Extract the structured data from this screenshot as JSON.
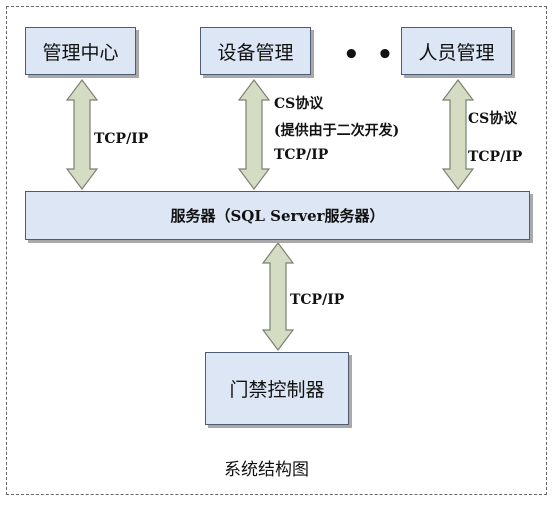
{
  "diagram": {
    "boxes": {
      "mgmt_center": "管理中心",
      "device_mgmt": "设备管理",
      "staff_mgmt": "人员管理",
      "server": "服务器（SQL Server服务器）",
      "access_controller": "门禁控制器"
    },
    "ellipsis": "• • •",
    "links": {
      "center_server": "TCP/IP",
      "device_protocol": "CS协议",
      "device_note": "(提供由于二次开发)",
      "device_tcp": "TCP/IP",
      "staff_protocol": "CS协议",
      "staff_tcp": "TCP/IP",
      "server_controller": "TCP/IP"
    },
    "caption": "系统结构图"
  },
  "colors": {
    "box_fill": "#dce6f4",
    "box_border": "#4d5c70",
    "arrow_fill": "#d5dcc4",
    "arrow_stroke": "#7b816f"
  }
}
